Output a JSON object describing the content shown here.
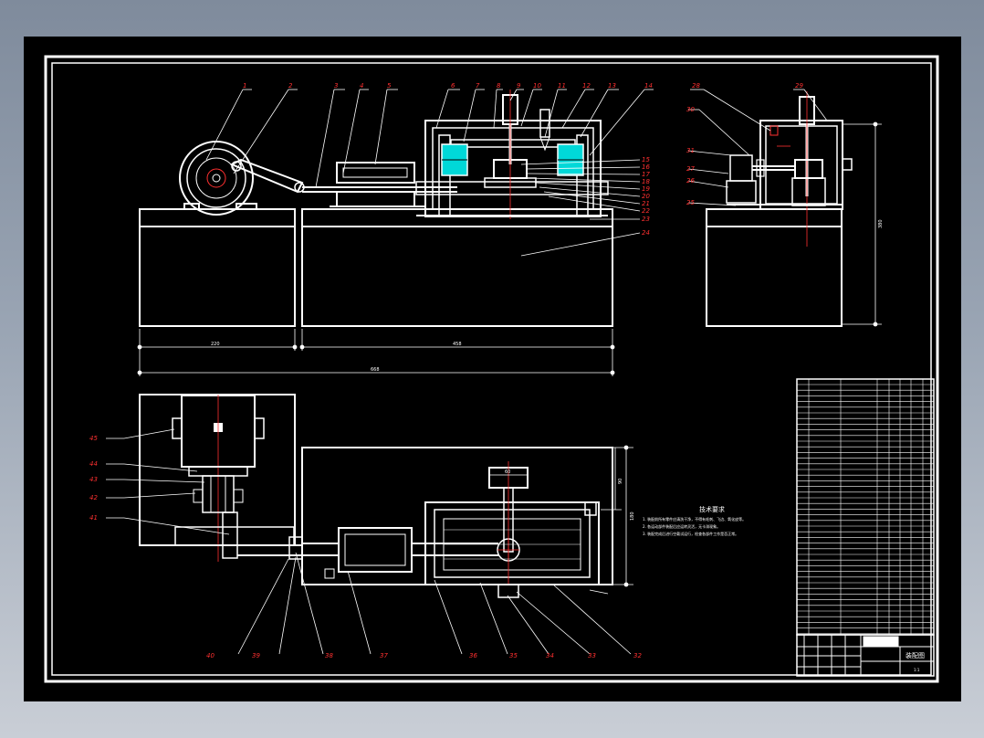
{
  "colors": {
    "background": "#000000",
    "line": "#ffffff",
    "label": "#ff3030",
    "highlight": "#00d8d8",
    "centerline": "#ff3030"
  },
  "front_view": {
    "part_labels": [
      "1",
      "2",
      "3",
      "4",
      "5",
      "6",
      "7",
      "8",
      "9",
      "10",
      "11",
      "12",
      "13",
      "14"
    ],
    "side_labels": [
      "15",
      "16",
      "17",
      "18",
      "19",
      "20",
      "21",
      "22",
      "23",
      "24"
    ],
    "dimensions": {
      "left": "220",
      "right": "458",
      "total": "668"
    }
  },
  "side_view": {
    "part_labels": [
      "28",
      "29",
      "30",
      "31",
      "27",
      "26",
      "25"
    ],
    "dimension": "380"
  },
  "top_view": {
    "left_labels": [
      "45",
      "44",
      "43",
      "42",
      "41"
    ],
    "bottom_labels": [
      "40",
      "39",
      "38",
      "37",
      "36",
      "35",
      "34",
      "33",
      "32"
    ],
    "dimensions": {
      "width": "90",
      "height": "180",
      "top": "60"
    }
  },
  "notes": {
    "title": "技术要求",
    "lines": [
      "1. 装配前所有零件应清洗干净，不得有毛刺、飞边、氧化皮等。",
      "2. 各运动部件装配后应运转灵活，无卡滞现象。",
      "3. 装配完成后进行空载试运行，检查各部件工作是否正常。"
    ]
  },
  "title_block": {
    "drawing_name": "装配图",
    "scale": "1:1"
  },
  "icons": [
    "motor-pulley-icon",
    "crank-link-icon",
    "cylinder-icon"
  ]
}
